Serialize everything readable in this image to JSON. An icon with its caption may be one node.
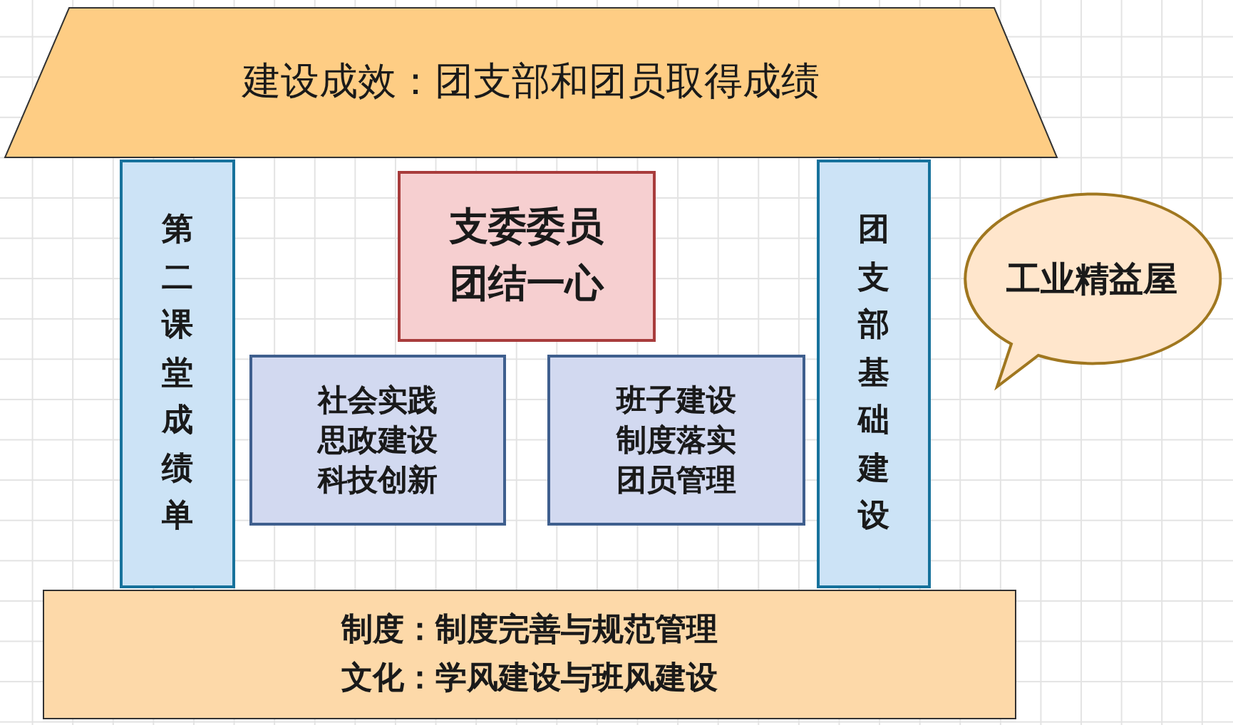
{
  "diagram": {
    "nodes": [
      {
        "text": [
          "建设成效：团支部和团员取得成绩"
        ]
      },
      {
        "text": [
          "第二课堂成绩单"
        ]
      },
      {
        "text": [
          "支委委员团结一心"
        ]
      },
      {
        "text": [
          "社会实践思政建设科技创新"
        ]
      },
      {
        "text": [
          "班子建设制度落实团员管理"
        ]
      },
      {
        "text": [
          "团支部基础建设"
        ]
      },
      {
        "text": [
          "工业精益屋"
        ]
      },
      {
        "text": [
          "制度：制度完善与规范管理",
          "文化：学风建设与班风建设"
        ]
      }
    ]
  }
}
